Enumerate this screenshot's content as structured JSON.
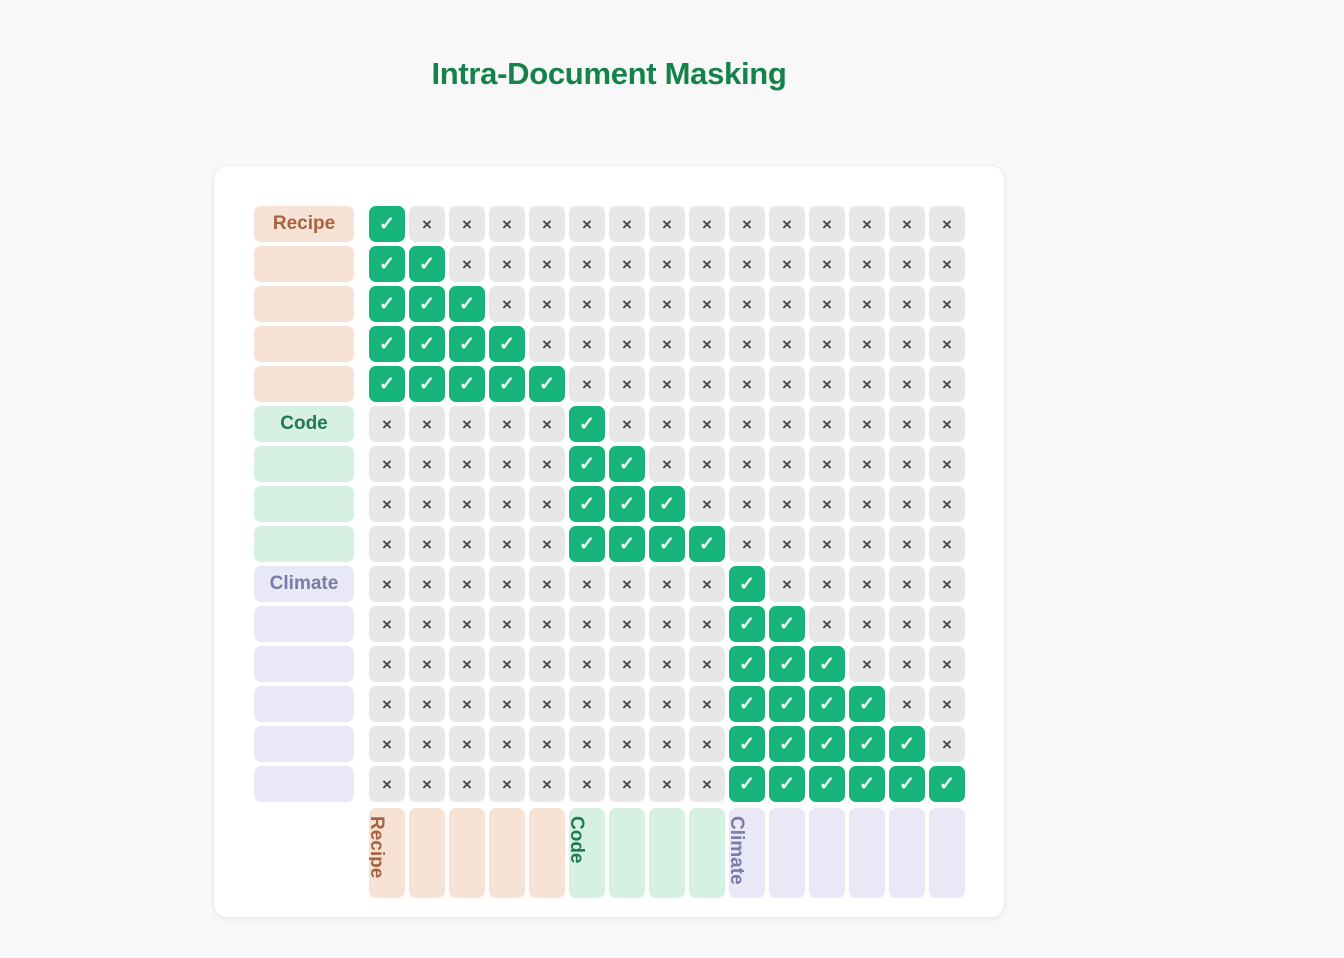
{
  "page": {
    "title": "Intra-Document Masking",
    "background_color": "#f8f8f8",
    "title_color": "#14824a",
    "card_background": "#ffffff"
  },
  "legend": {
    "allowed_glyph": "✓",
    "blocked_glyph": "×",
    "allowed_color": "#16b47a",
    "blocked_color": "#e7e7e7",
    "blocked_glyph_color": "#4a4a4a"
  },
  "documents": [
    {
      "name": "Recipe",
      "token_count": 5,
      "label_bg": "#f7e2d6",
      "label_fg": "#a9623f",
      "column_strip_bg": "#f7e2d6"
    },
    {
      "name": "Code",
      "token_count": 4,
      "label_bg": "#d6f0e2",
      "label_fg": "#1f7a52",
      "column_strip_bg": "#d6f0e2"
    },
    {
      "name": "Climate",
      "token_count": 6,
      "label_bg": "#e8e8f7",
      "label_fg": "#7b7ba8",
      "column_strip_bg": "#e8e8f7"
    }
  ],
  "matrix": {
    "size": 15,
    "row_labels": [
      "Recipe",
      "",
      "",
      "",
      "",
      "Code",
      "",
      "",
      "",
      "Climate",
      "",
      "",
      "",
      "",
      ""
    ],
    "column_labels": [
      "Recipe",
      "",
      "",
      "",
      "",
      "Code",
      "",
      "",
      "",
      "Climate",
      "",
      "",
      "",
      "",
      ""
    ],
    "rows": [
      [
        1,
        0,
        0,
        0,
        0,
        0,
        0,
        0,
        0,
        0,
        0,
        0,
        0,
        0,
        0
      ],
      [
        1,
        1,
        0,
        0,
        0,
        0,
        0,
        0,
        0,
        0,
        0,
        0,
        0,
        0,
        0
      ],
      [
        1,
        1,
        1,
        0,
        0,
        0,
        0,
        0,
        0,
        0,
        0,
        0,
        0,
        0,
        0
      ],
      [
        1,
        1,
        1,
        1,
        0,
        0,
        0,
        0,
        0,
        0,
        0,
        0,
        0,
        0,
        0
      ],
      [
        1,
        1,
        1,
        1,
        1,
        0,
        0,
        0,
        0,
        0,
        0,
        0,
        0,
        0,
        0
      ],
      [
        0,
        0,
        0,
        0,
        0,
        1,
        0,
        0,
        0,
        0,
        0,
        0,
        0,
        0,
        0
      ],
      [
        0,
        0,
        0,
        0,
        0,
        1,
        1,
        0,
        0,
        0,
        0,
        0,
        0,
        0,
        0
      ],
      [
        0,
        0,
        0,
        0,
        0,
        1,
        1,
        1,
        0,
        0,
        0,
        0,
        0,
        0,
        0
      ],
      [
        0,
        0,
        0,
        0,
        0,
        1,
        1,
        1,
        1,
        0,
        0,
        0,
        0,
        0,
        0
      ],
      [
        0,
        0,
        0,
        0,
        0,
        0,
        0,
        0,
        0,
        1,
        0,
        0,
        0,
        0,
        0
      ],
      [
        0,
        0,
        0,
        0,
        0,
        0,
        0,
        0,
        0,
        1,
        1,
        0,
        0,
        0,
        0
      ],
      [
        0,
        0,
        0,
        0,
        0,
        0,
        0,
        0,
        0,
        1,
        1,
        1,
        0,
        0,
        0
      ],
      [
        0,
        0,
        0,
        0,
        0,
        0,
        0,
        0,
        0,
        1,
        1,
        1,
        1,
        0,
        0
      ],
      [
        0,
        0,
        0,
        0,
        0,
        0,
        0,
        0,
        0,
        1,
        1,
        1,
        1,
        1,
        0
      ],
      [
        0,
        0,
        0,
        0,
        0,
        0,
        0,
        0,
        0,
        1,
        1,
        1,
        1,
        1,
        1
      ]
    ],
    "row_doc_index": [
      0,
      0,
      0,
      0,
      0,
      1,
      1,
      1,
      1,
      2,
      2,
      2,
      2,
      2,
      2
    ],
    "col_doc_index": [
      0,
      0,
      0,
      0,
      0,
      1,
      1,
      1,
      1,
      2,
      2,
      2,
      2,
      2,
      2
    ]
  }
}
